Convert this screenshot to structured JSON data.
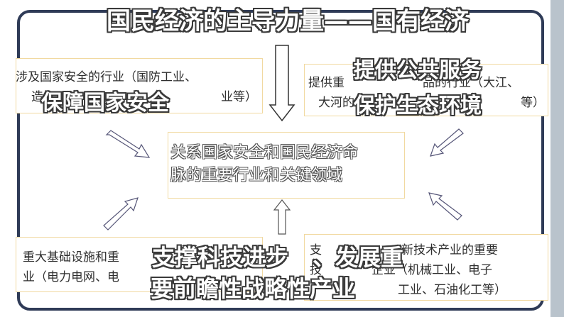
{
  "title": "国民经济的主导力量——国有经济",
  "center_box": {
    "line1": "关系国家安全和国民经济命",
    "line2": "脉的重要行业和关键领域"
  },
  "top_left": {
    "line1": "涉及国家安全的行业（国防工业、",
    "line2": "造",
    "line2b": "业等）",
    "overlay": "保障国家安全"
  },
  "top_right": {
    "line1": "提供重",
    "line1b": "品的行业（大江、",
    "line2": "大河的",
    "line2b": "等）",
    "overlay1": "提供公共服务",
    "overlay2": "保护生态环境"
  },
  "bottom_left": {
    "line1": "重大基础设施和重",
    "line2": "业（电力电网、电",
    "overlay1": "支撑科技进步"
  },
  "bottom_right": {
    "line1": "支",
    "line1b": "新技术产业的重要",
    "line2": "技",
    "line2b": "企业（机械工业、电子",
    "line3": "工业、石油化工等）",
    "overlay1": "、发展重",
    "overlay2": "要前瞻性战略性产业"
  }
}
